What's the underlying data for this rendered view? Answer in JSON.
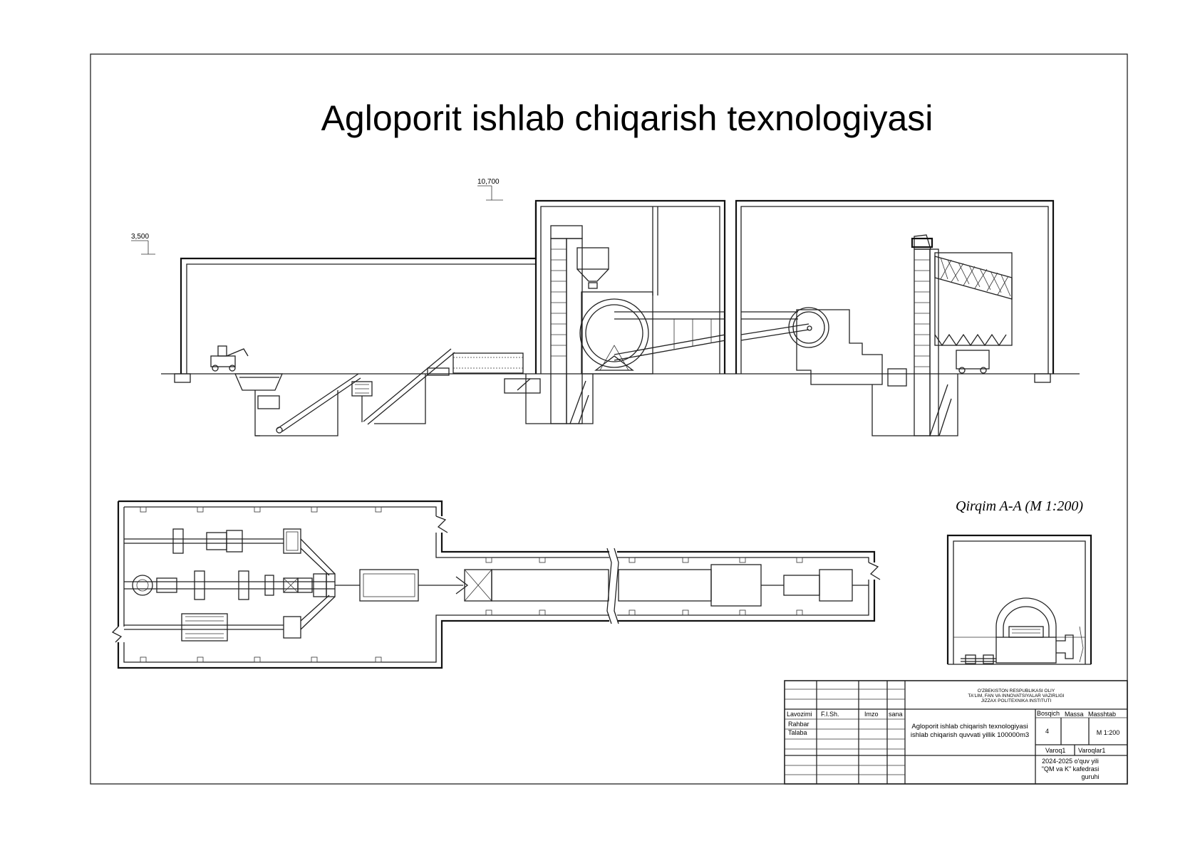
{
  "title": "Agloporit ishlab chiqarish texnologiyasi",
  "elevations": {
    "high": "10,700",
    "low": "3,500"
  },
  "section_label": "Qirqim A-A (M 1:200)",
  "title_block": {
    "institution": [
      "O'ZBEKISTON RESPUBLIKASI OLIY",
      "TA'LIM, FAN VA INNOVATSIYALAR VAZIRLIGI",
      "JIZZAX POLITEXNIKA INSTITUTI"
    ],
    "columns": {
      "lavozimi": "Lavozimi",
      "fish": "F.I.Sh.",
      "imzo": "Imzo",
      "sana": "sana"
    },
    "rows": {
      "rahbar": "Rahbar",
      "talaba": "Talaba"
    },
    "project_title": [
      "Agloporit ishlab chiqarish texnologiyasi",
      "ishlab chiqarish quvvati yillik 100000m3"
    ],
    "bosqich_label": "Bosqich",
    "massa_label": "Massa",
    "masshtab_label": "Masshtab",
    "bosqich_value": "4",
    "masshtab_value": "M 1:200",
    "varoq": "Varoq1",
    "varoqlar": "Varoqlar1",
    "footer": [
      "2024-2025 o'quv yili",
      "\"QM va K\" kafedrasi",
      "guruhi"
    ]
  }
}
